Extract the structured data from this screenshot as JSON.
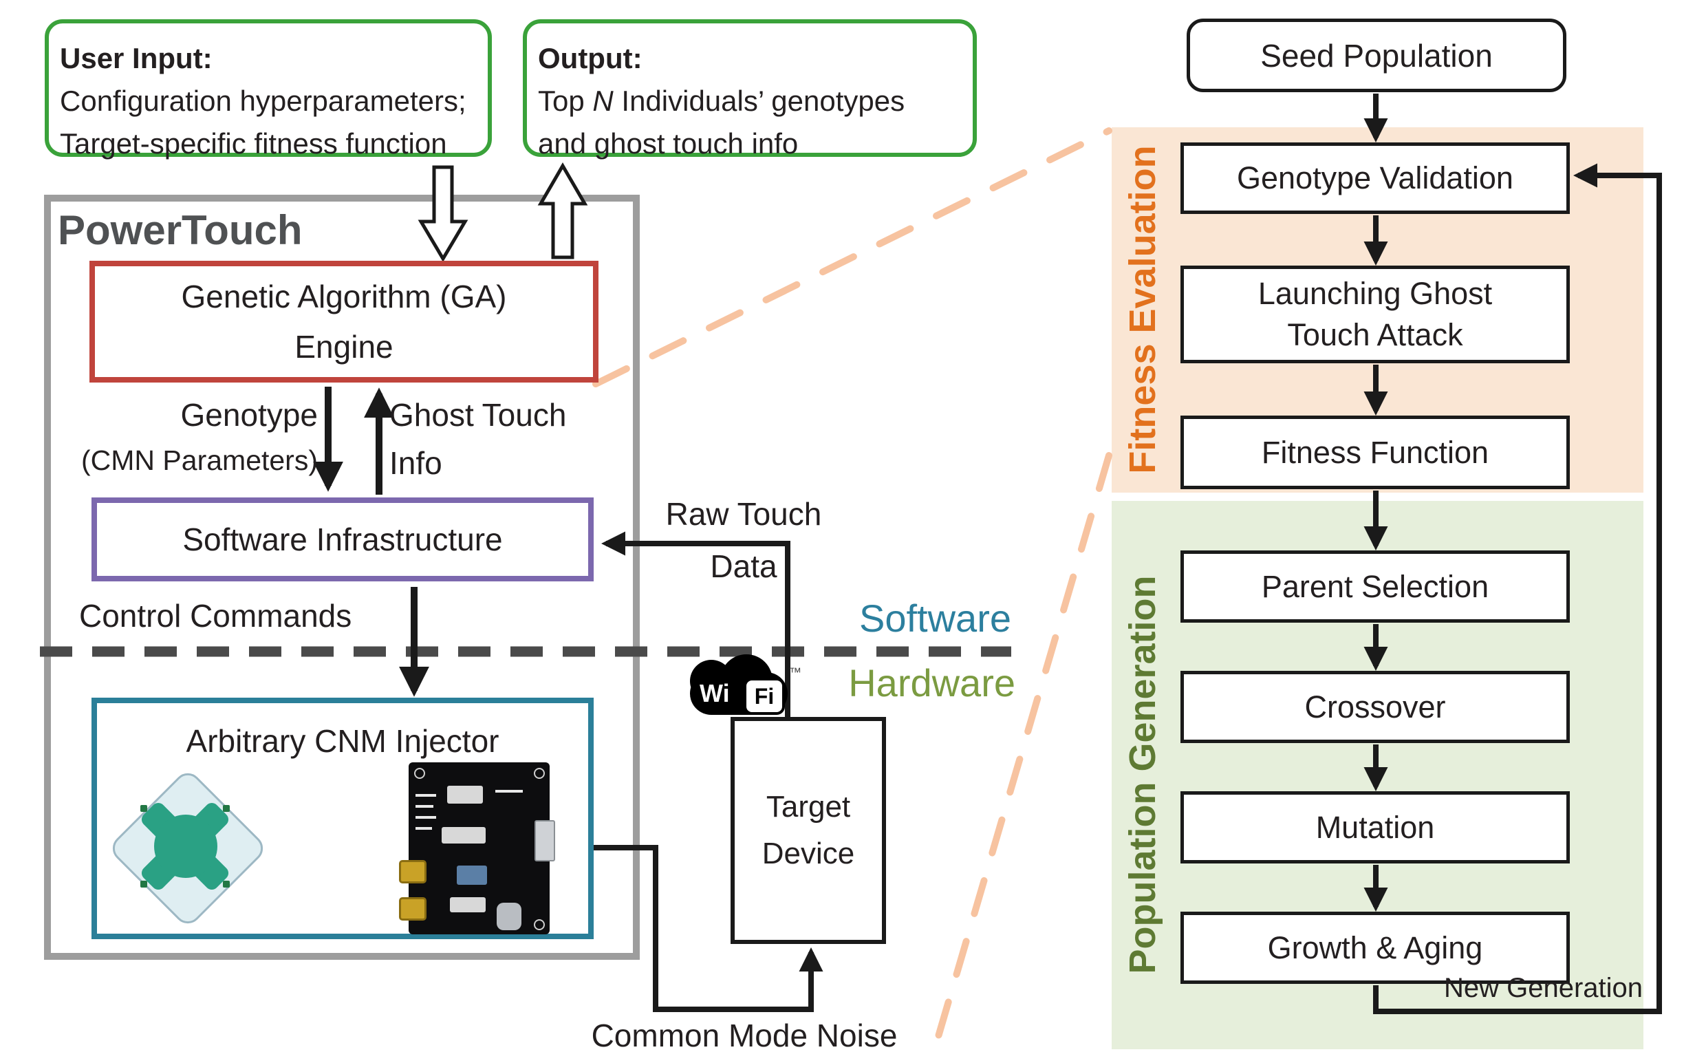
{
  "user_input_box": {
    "title": "User Input:",
    "line1": "Configuration hyperparameters;",
    "line2": "Target-specific fitness function"
  },
  "output_box": {
    "title": "Output:",
    "line1_prefix": "Top ",
    "line1_italic": "N",
    "line1_suffix": " Individuals’ genotypes",
    "line2": "and ghost touch info"
  },
  "powertouch": {
    "title": "PowerTouch",
    "ga_engine_line1": "Genetic Algorithm (GA)",
    "ga_engine_line2": "Engine",
    "genotype_label": "Genotype",
    "cmn_parameters_label": "(CMN Parameters)",
    "ghost_touch_label": "Ghost Touch",
    "info_label": "Info",
    "software_infrastructure_label": "Software Infrastructure",
    "control_commands_label": "Control Commands",
    "cnm_injector_label": "Arbitrary CNM Injector"
  },
  "connections": {
    "raw_touch_line1": "Raw Touch",
    "raw_touch_line2": "Data",
    "common_mode_noise_label": "Common Mode Noise"
  },
  "divider": {
    "software_label": "Software",
    "hardware_label": "Hardware"
  },
  "wifi_logo": {
    "wi": "Wi",
    "fi": "Fi",
    "tm": "™"
  },
  "target_device": {
    "line1": "Target",
    "line2": "Device"
  },
  "flowchart": {
    "seed_label": "Seed Population",
    "fitness_evaluation_label": "Fitness Evaluation",
    "population_generation_label": "Population Generation",
    "steps": [
      {
        "label": "Genotype Validation"
      },
      {
        "label": "Launching Ghost",
        "label2": "Touch Attack"
      },
      {
        "label": "Fitness Function"
      },
      {
        "label": "Parent Selection"
      },
      {
        "label": "Crossover"
      },
      {
        "label": "Mutation"
      },
      {
        "label": "Growth & Aging"
      }
    ],
    "new_generation_label": "New Generation"
  },
  "colors": {
    "green_border": "#3aa23a",
    "red_border": "#c0443c",
    "purple_border": "#7c68ae",
    "teal_border": "#2b7f99",
    "gray_border": "#9d9d9d",
    "powertouch_text": "#4f5153",
    "software_text": "#2c7f9e",
    "hardware_text": "#7b9b41",
    "fitness_evaluation_text": "#e2711d",
    "population_generation_text": "#5e7a33",
    "fitness_evaluation_bg": "#fae6d4",
    "population_generation_bg": "#e6efdb",
    "callout_dash": "#f7c3a0",
    "divider_dash": "#4a4a4a"
  }
}
